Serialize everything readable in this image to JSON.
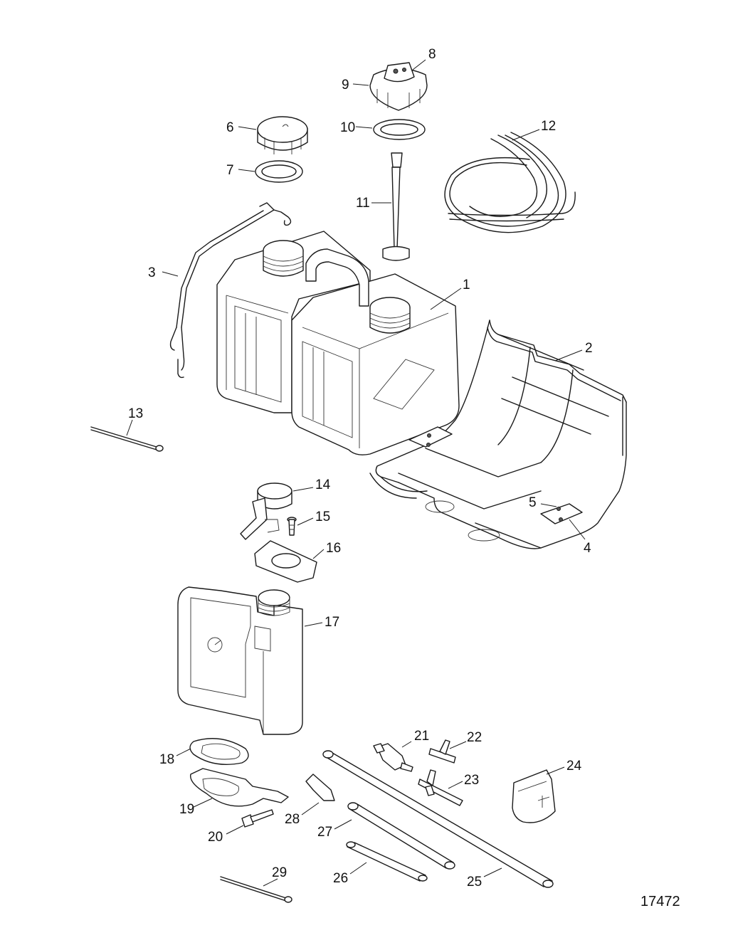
{
  "diagram": {
    "drawing_number": "17472",
    "callouts": [
      "1",
      "2",
      "3",
      "4",
      "5",
      "6",
      "7",
      "8",
      "9",
      "10",
      "11",
      "12",
      "13",
      "14",
      "15",
      "16",
      "17",
      "18",
      "19",
      "20",
      "21",
      "22",
      "23",
      "24",
      "25",
      "26",
      "27",
      "28",
      "29"
    ]
  }
}
